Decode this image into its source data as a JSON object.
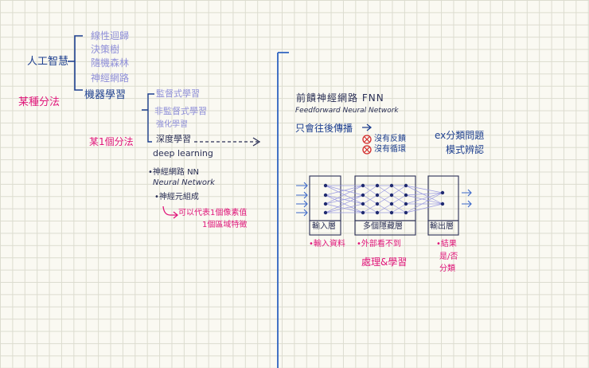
{
  "left": {
    "ai_label": "人工智慧",
    "ai_classify_note": "某種分法",
    "ai_branches": [
      "線性迴歸",
      "決策樹",
      "隨機森林",
      "神經網路"
    ],
    "ml_label": "機器學習",
    "ml_branches": [
      "監督式學習",
      "非監督式學習",
      "強化學習",
      "深度學習",
      "deep learning"
    ],
    "ml_classify_note": "某1個分法",
    "nn_label_zh": "•神經網路 NN",
    "nn_label_en": "Neural Network",
    "neuron_note": "•神經元組成",
    "neuron_detail_1": "可以代表1個像素值",
    "neuron_detail_2": "1個區域特徵"
  },
  "right": {
    "fnn_title": "前饋神經網路 FNN",
    "fnn_subtitle": "Feedforward Neural Network",
    "forward_only": "只會往後傳播",
    "no_feedback": "沒有反饋",
    "no_loop": "沒有循環",
    "example_title": "ex分類問題",
    "example_subtitle": "模式辨認",
    "input_layer": "輸入層",
    "hidden_layers": "多個隱藏層",
    "output_layer": "輸出層",
    "input_note": "•輸入資料",
    "hidden_note": "•外部看不到",
    "hidden_note_2": "處理&學習",
    "output_note_1": "•結果",
    "output_note_2": "是/否",
    "output_note_3": "分類"
  }
}
